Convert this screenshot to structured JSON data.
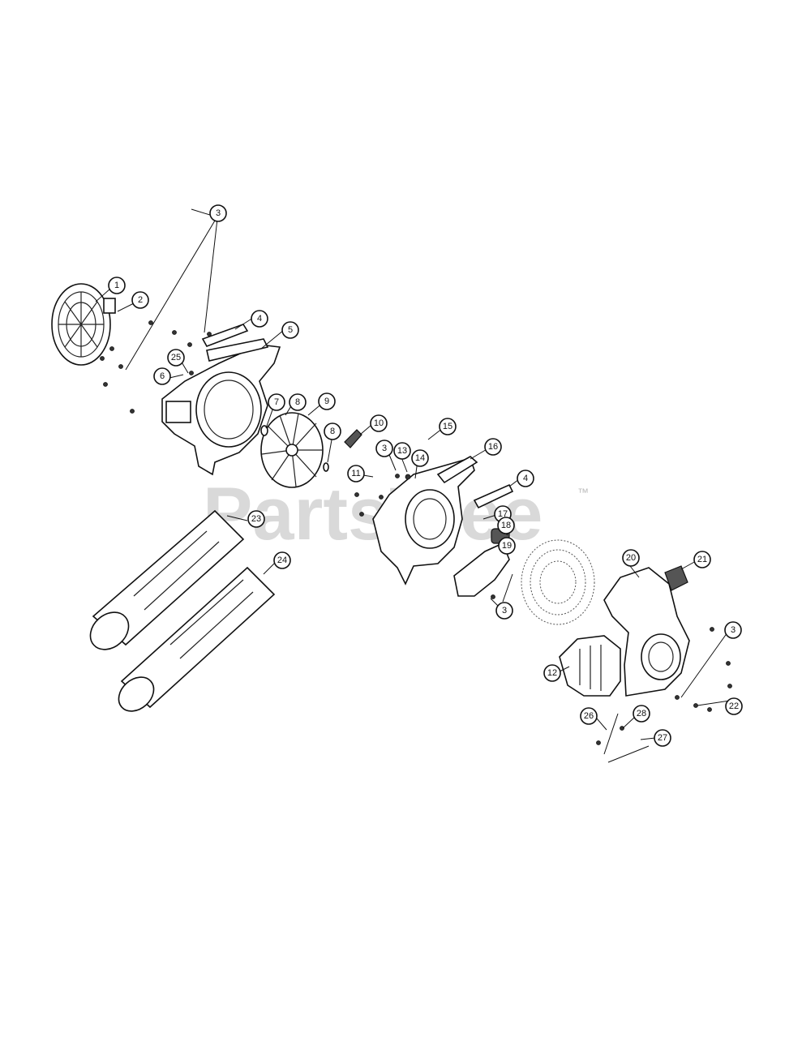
{
  "watermark": {
    "text": "PartsTree",
    "trademark": "™"
  },
  "callouts": [
    {
      "label": "1"
    },
    {
      "label": "2"
    },
    {
      "label": "3"
    },
    {
      "label": "4"
    },
    {
      "label": "5"
    },
    {
      "label": "25"
    },
    {
      "label": "6"
    },
    {
      "label": "7"
    },
    {
      "label": "8"
    },
    {
      "label": "9"
    },
    {
      "label": "8"
    },
    {
      "label": "10"
    },
    {
      "label": "15"
    },
    {
      "label": "3"
    },
    {
      "label": "13"
    },
    {
      "label": "14"
    },
    {
      "label": "16"
    },
    {
      "label": "11"
    },
    {
      "label": "4"
    },
    {
      "label": "17"
    },
    {
      "label": "18"
    },
    {
      "label": "19"
    },
    {
      "label": "3"
    },
    {
      "label": "23"
    },
    {
      "label": "24"
    },
    {
      "label": "20"
    },
    {
      "label": "21"
    },
    {
      "label": "3"
    },
    {
      "label": "12"
    },
    {
      "label": "22"
    },
    {
      "label": "26"
    },
    {
      "label": "28"
    },
    {
      "label": "27"
    }
  ]
}
